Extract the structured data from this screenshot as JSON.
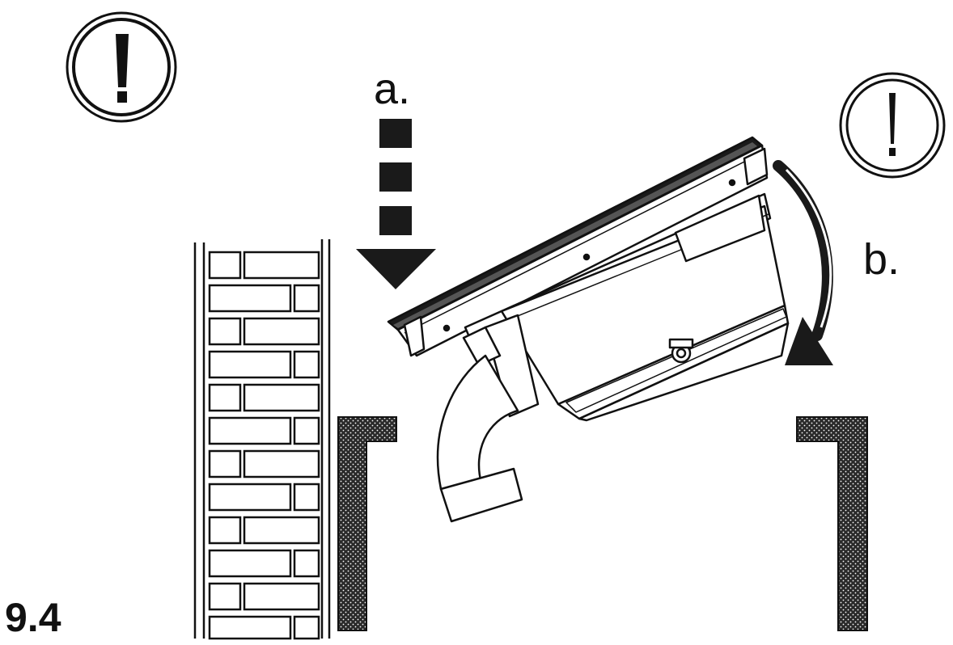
{
  "labels": {
    "step_a": "a.",
    "step_b": "b.",
    "figure_number": "9.4"
  },
  "warnings": [
    {
      "symbol": "!",
      "icon": "exclamation-warning-icon"
    },
    {
      "symbol": "!",
      "icon": "exclamation-warning-icon"
    }
  ],
  "colors": {
    "ink": "#111111",
    "paper": "#ffffff"
  }
}
